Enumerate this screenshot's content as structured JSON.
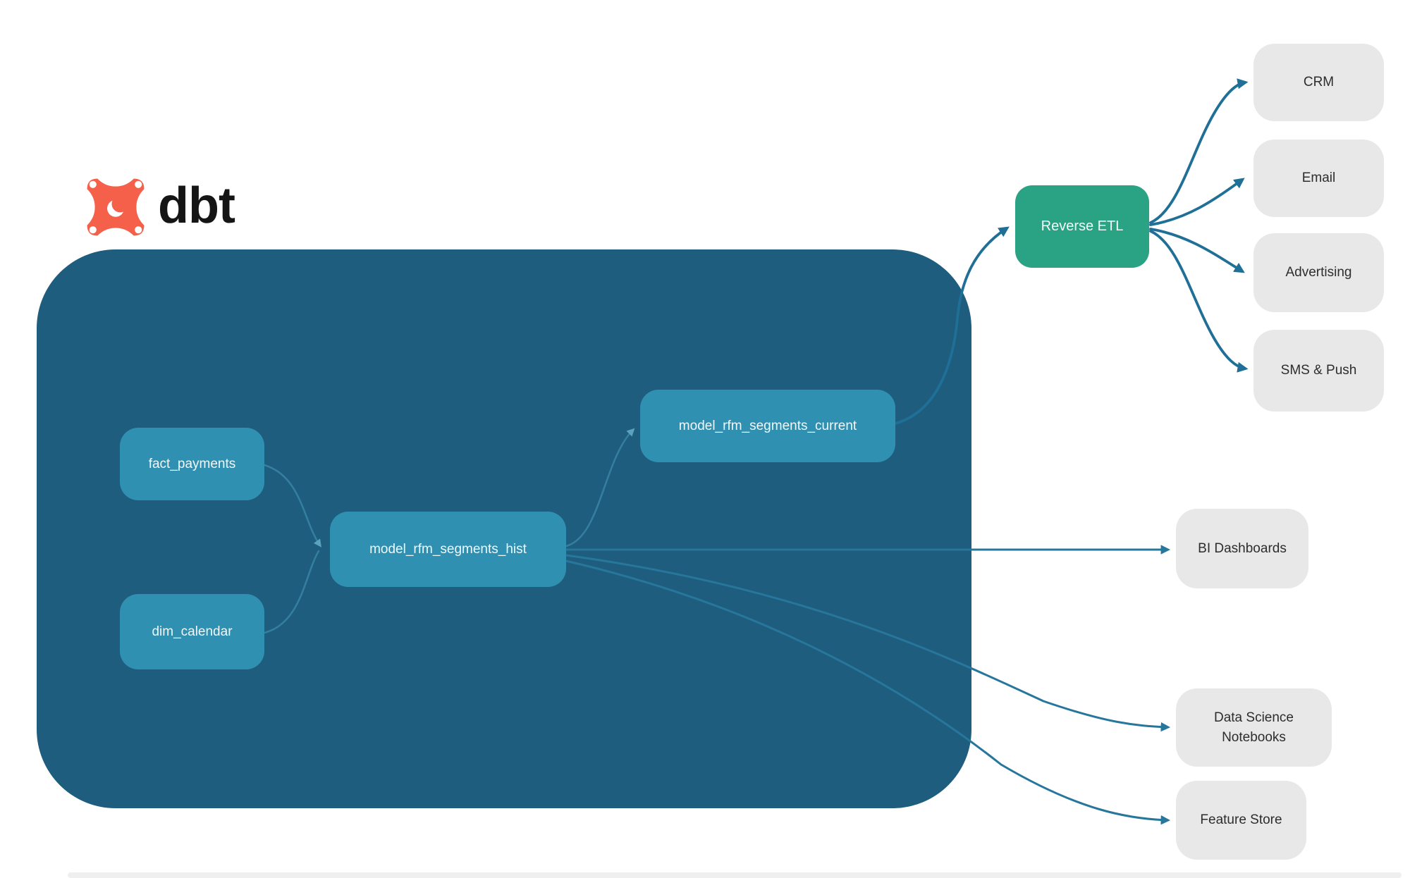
{
  "brand": {
    "name": "dbt",
    "icon": "dbt-logo-icon"
  },
  "colors": {
    "warehouse_container": "#1e5d7d",
    "model_node": "#3090b1",
    "etl_node": "#2aa284",
    "destination_node": "#e8e8e8",
    "edge_outer": "#1f6f96",
    "edge_inner": "#347fa0",
    "logo_orange": "#f4604a",
    "text_dark": "#2d2d2d",
    "text_light": "#eef8fb"
  },
  "nodes": {
    "sources": [
      {
        "label": "fact_payments"
      },
      {
        "label": "dim_calendar"
      }
    ],
    "models": [
      {
        "label": "model_rfm_segments_hist"
      },
      {
        "label": "model_rfm_segments_current"
      }
    ],
    "etl": {
      "label": "Reverse ETL"
    },
    "destinations": [
      {
        "label": "CRM"
      },
      {
        "label": "Email"
      },
      {
        "label": "Advertising"
      },
      {
        "label": "SMS & Push"
      }
    ],
    "outputs": [
      {
        "label": "BI Dashboards"
      },
      {
        "label": "Data Science Notebooks"
      },
      {
        "label": "Feature Store"
      }
    ]
  }
}
